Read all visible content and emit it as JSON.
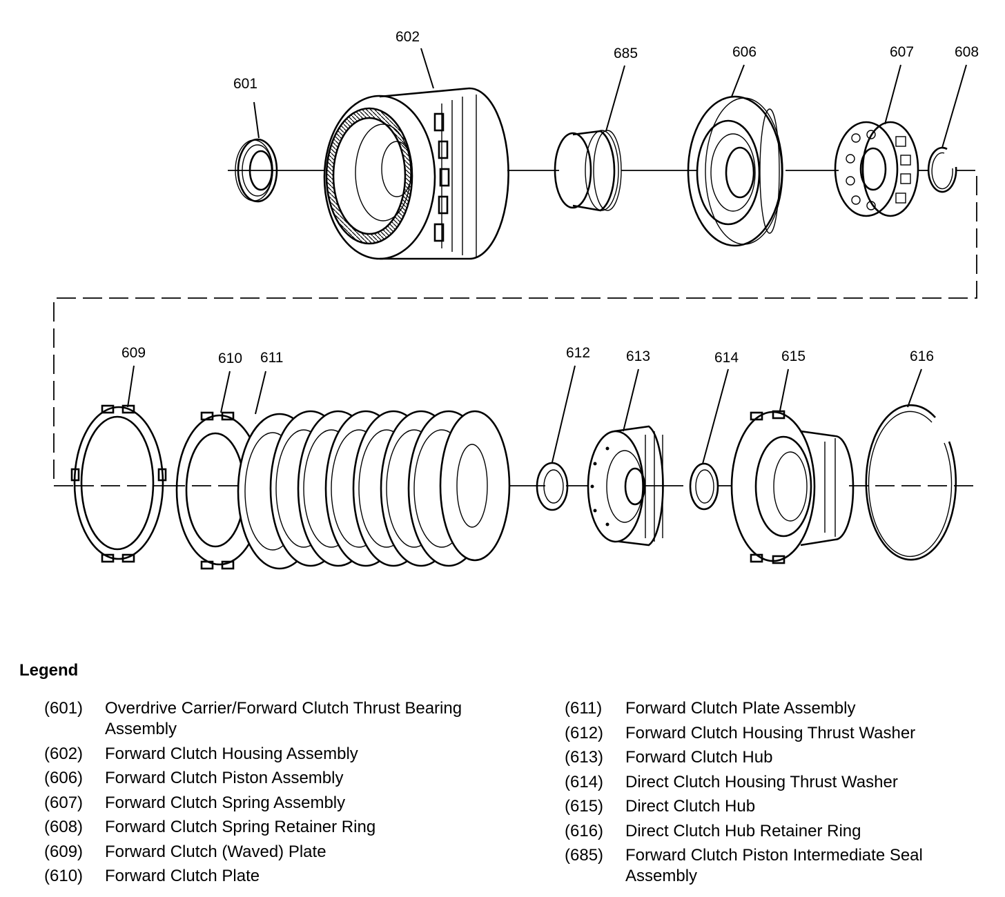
{
  "callouts": {
    "c601": "601",
    "c602": "602",
    "c685": "685",
    "c606": "606",
    "c607": "607",
    "c608": "608",
    "c609": "609",
    "c610": "610",
    "c611": "611",
    "c612": "612",
    "c613": "613",
    "c614": "614",
    "c615": "615",
    "c616": "616"
  },
  "legend": {
    "title": "Legend",
    "left": [
      {
        "num": "(601)",
        "desc": "Overdrive Carrier/Forward Clutch Thrust Bearing Assembly"
      },
      {
        "num": "(602)",
        "desc": "Forward Clutch Housing Assembly"
      },
      {
        "num": "(606)",
        "desc": "Forward Clutch Piston Assembly"
      },
      {
        "num": "(607)",
        "desc": "Forward Clutch Spring Assembly"
      },
      {
        "num": "(608)",
        "desc": "Forward Clutch Spring Retainer Ring"
      },
      {
        "num": "(609)",
        "desc": "Forward Clutch (Waved) Plate"
      },
      {
        "num": "(610)",
        "desc": "Forward Clutch Plate"
      }
    ],
    "right": [
      {
        "num": "(611)",
        "desc": "Forward Clutch Plate Assembly"
      },
      {
        "num": "(612)",
        "desc": "Forward Clutch Housing Thrust Washer"
      },
      {
        "num": "(613)",
        "desc": "Forward Clutch Hub"
      },
      {
        "num": "(614)",
        "desc": "Direct Clutch Housing Thrust Washer"
      },
      {
        "num": "(615)",
        "desc": "Direct Clutch Hub"
      },
      {
        "num": "(616)",
        "desc": "Direct Clutch Hub Retainer Ring"
      },
      {
        "num": "(685)",
        "desc": "Forward Clutch Piston Intermediate Seal Assembly"
      }
    ]
  }
}
